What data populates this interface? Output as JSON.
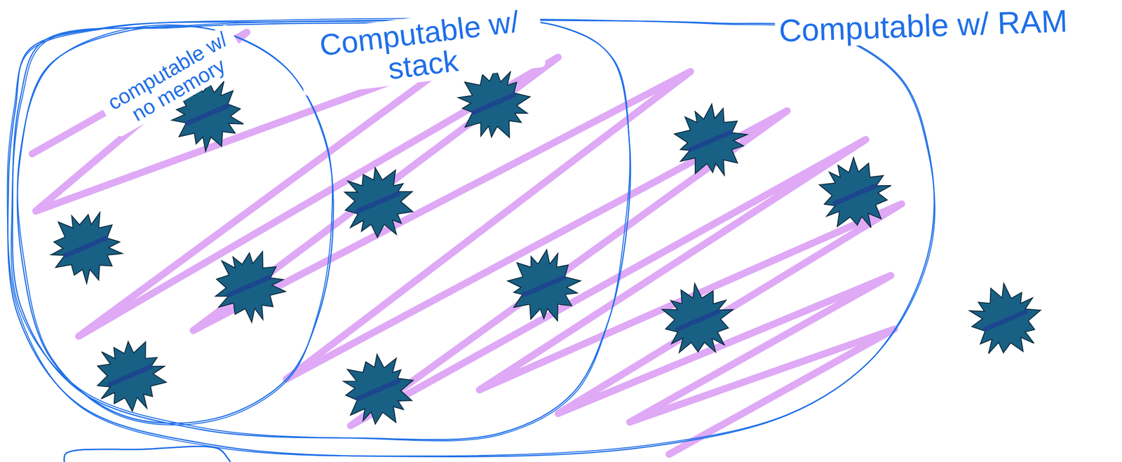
{
  "diagram": {
    "nodes": [
      {
        "text": [
          "Computable w/ RAM"
        ]
      },
      {
        "text": [
          "Computable w/ stack"
        ],
        "in": 0
      },
      {
        "text": [
          "computable w/ no memory"
        ],
        "in": 1
      }
    ]
  }
}
